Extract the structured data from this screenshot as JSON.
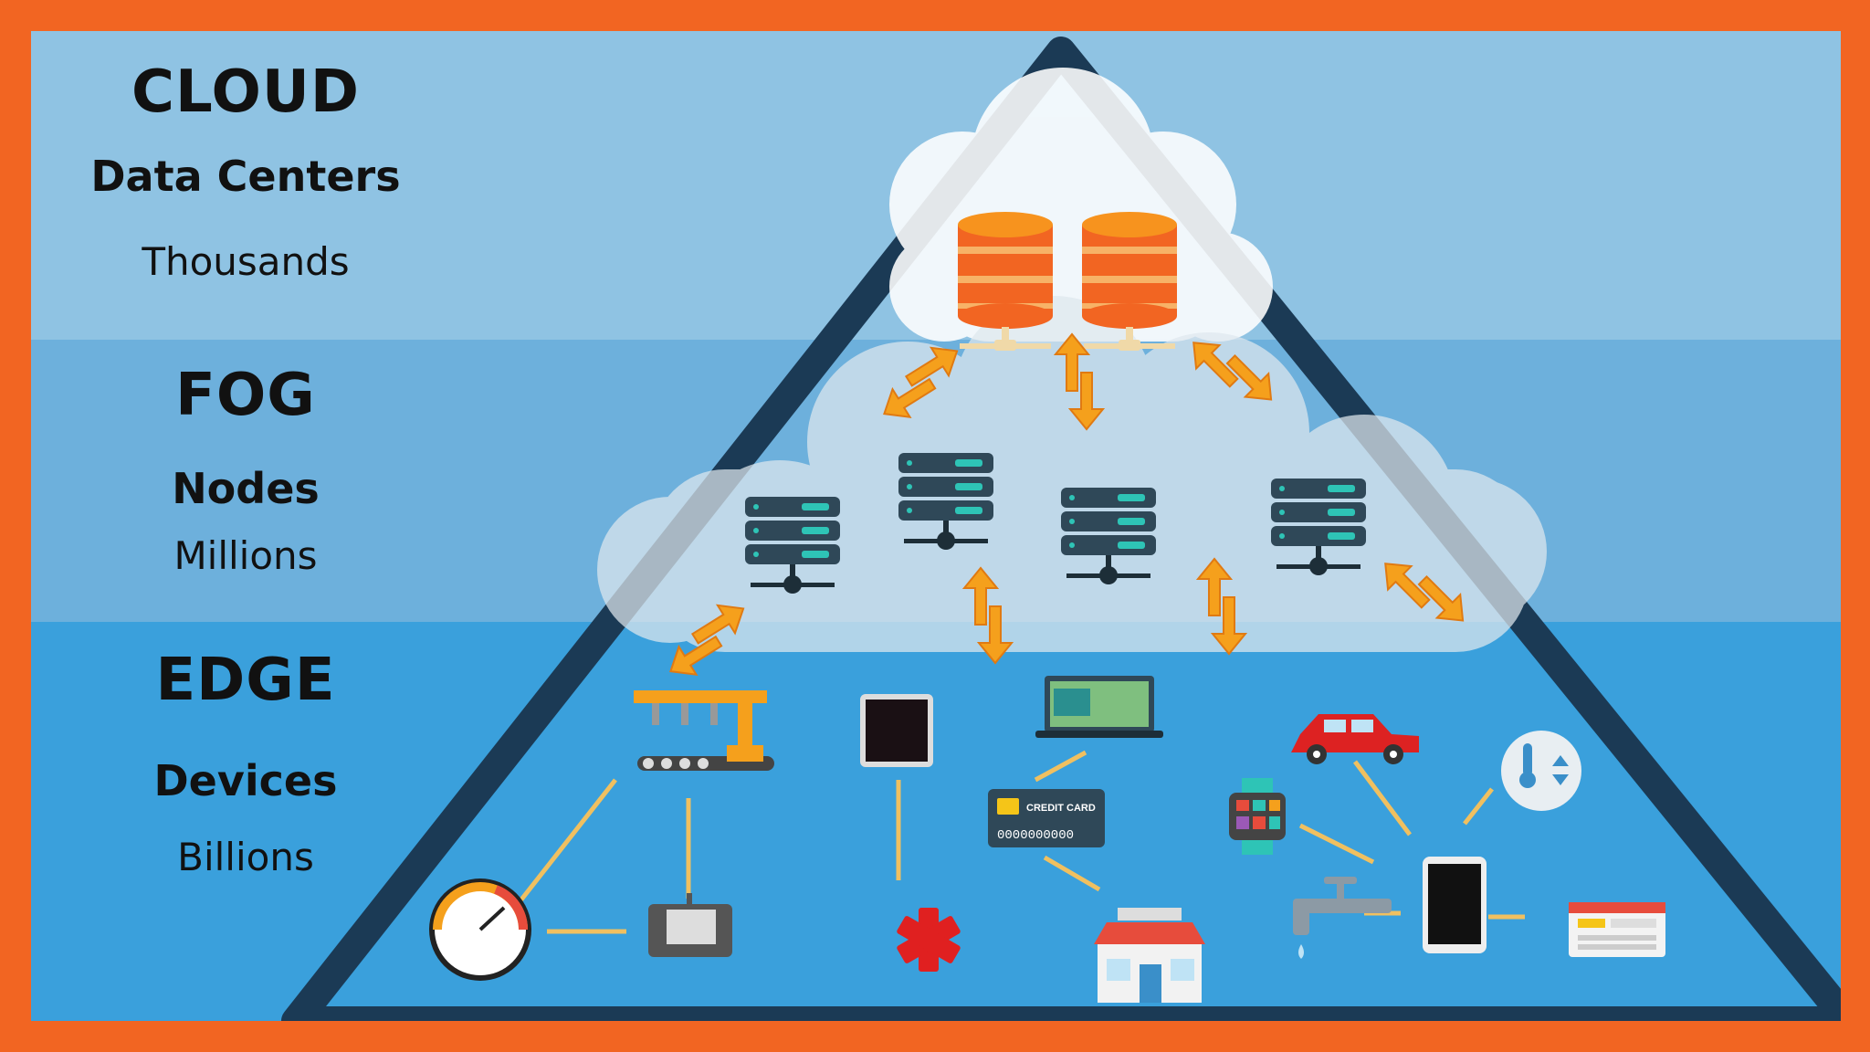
{
  "layers": {
    "cloud": {
      "title": "CLOUD",
      "subtitle": "Data Centers",
      "count": "Thousands"
    },
    "fog": {
      "title": "FOG",
      "subtitle": "Nodes",
      "count": "Millions"
    },
    "edge": {
      "title": "EDGE",
      "subtitle": "Devices",
      "count": "Billions"
    }
  },
  "devices": {
    "credit_card_label": "CREDIT CARD",
    "credit_card_number": "0000000000"
  },
  "colors": {
    "frame": "#f26522",
    "cloud_band": "#8fc3e3",
    "fog_band": "#6db0dc",
    "edge_band": "#3aa0dc",
    "pyramid_outline": "#1b3a55",
    "arrow": "#f5a01c",
    "database": "#f26522",
    "server": "#2f4858",
    "connector": "#f0c060"
  }
}
